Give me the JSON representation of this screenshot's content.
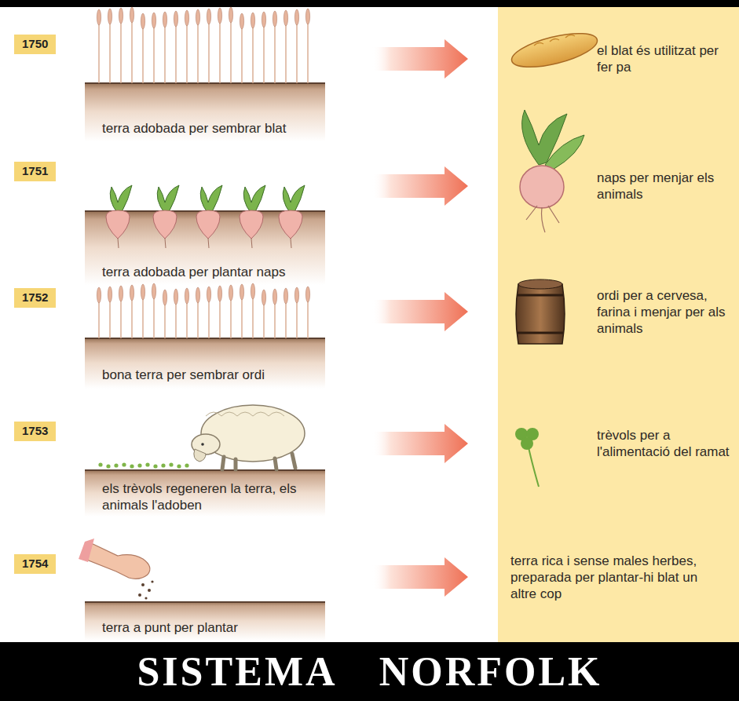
{
  "diagram": {
    "title": "SISTEMA NORFOLK",
    "nodes": [
      {
        "text": [
          "1750"
        ]
      },
      {
        "text": [
          "terra adobada per sembrar blat"
        ]
      },
      {
        "text": [
          "el blat és utilitzat per fer pa"
        ]
      },
      {
        "text": [
          "1751"
        ]
      },
      {
        "text": [
          "terra adobada per plantar naps"
        ]
      },
      {
        "text": [
          "naps per menjar els animals"
        ]
      },
      {
        "text": [
          "1752"
        ]
      },
      {
        "text": [
          "bona terra per sembrar ordi"
        ]
      },
      {
        "text": [
          "ordi per a cervesa, farina i menjar per als animals"
        ]
      },
      {
        "text": [
          "1753"
        ]
      },
      {
        "text": [
          "els trèvols regeneren la terra, els animals l'adoben"
        ]
      },
      {
        "text": [
          "trèvols per a l'alimentació del ramat"
        ]
      },
      {
        "text": [
          "1754"
        ]
      },
      {
        "text": [
          "terra a punt per plantar"
        ]
      },
      {
        "text": [
          "terra rica i sense males herbes, preparada per plantar-hi blat un altre cop"
        ]
      }
    ],
    "edges": [
      {
        "from": 1,
        "to": 2,
        "arrow": "to"
      },
      {
        "from": 4,
        "to": 5,
        "arrow": "to"
      },
      {
        "from": 7,
        "to": 8,
        "arrow": "to"
      },
      {
        "from": 10,
        "to": 11,
        "arrow": "to"
      },
      {
        "from": 13,
        "to": 14,
        "arrow": "to"
      }
    ]
  }
}
